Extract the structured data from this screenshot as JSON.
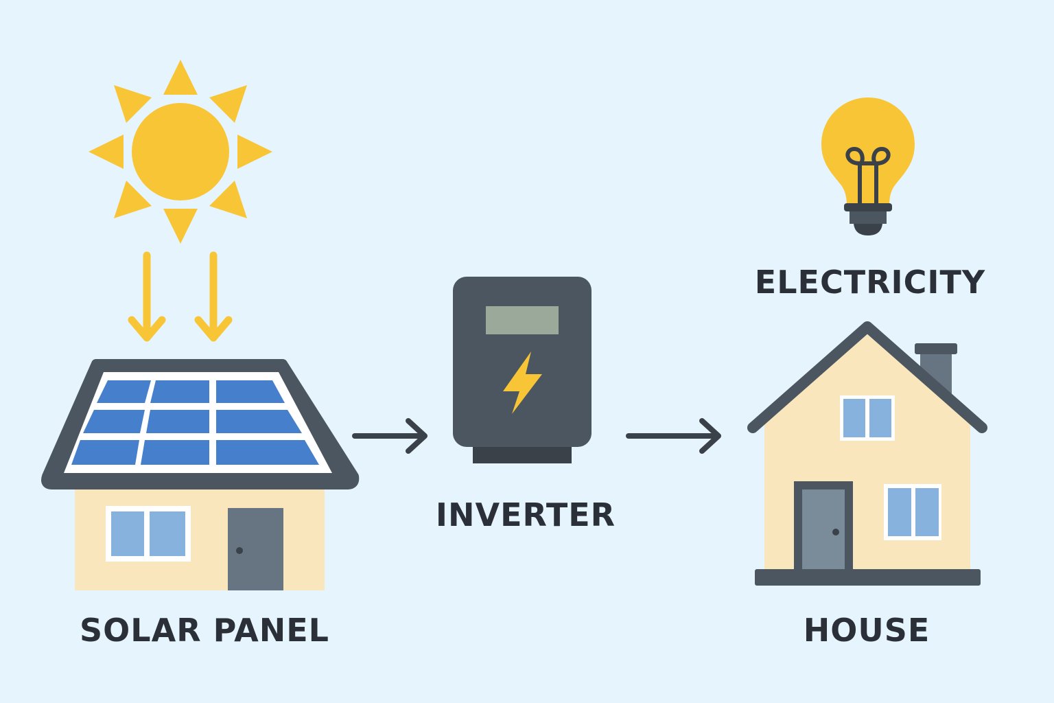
{
  "labels": {
    "solar_panel": "SOLAR PANEL",
    "inverter": "INVERTER",
    "electricity": "ELECTRICITY",
    "house": "HOUSE"
  },
  "icons": {
    "sun": "sun-icon",
    "sunlight_rays": "down-arrow-icon",
    "solar_roof": "solar-panel-icon",
    "inverter": "inverter-icon",
    "lightning": "lightning-bolt-icon",
    "light_bulb": "light-bulb-icon",
    "house": "house-icon",
    "flow_arrow": "right-arrow-icon"
  },
  "colors": {
    "background": "#e6f5fd",
    "sun": "#f8c537",
    "dark": "#3a4148",
    "panel_blue": "#4680cc",
    "wall": "#fae6bd",
    "window": "#87b2de",
    "door": "#677582",
    "inverter_body": "#4c5660",
    "inverter_screen": "#9aa99a",
    "label_text": "#2b3038"
  }
}
